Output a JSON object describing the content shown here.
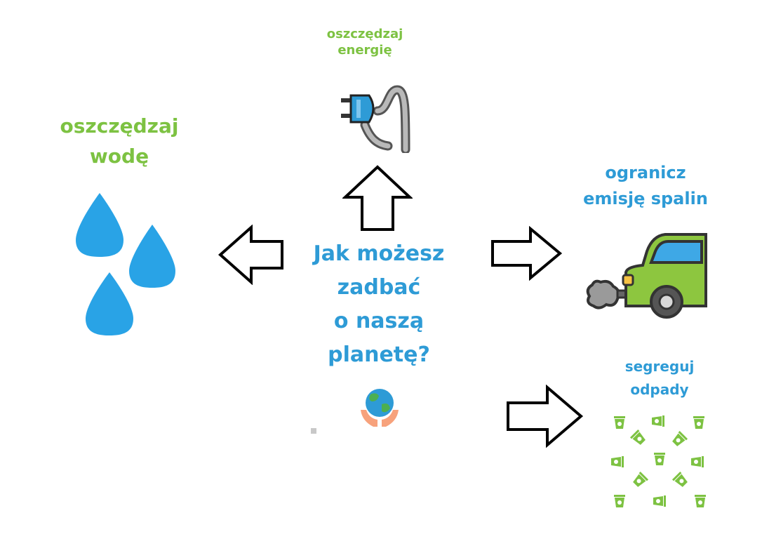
{
  "center": {
    "question_lines": [
      "Jak możesz",
      "zadbać",
      "o naszą",
      "planetę?"
    ],
    "question_color": "#2e9bd6",
    "icon": "globe-in-hands-icon"
  },
  "energy": {
    "lines": [
      "oszczędzaj",
      "energię"
    ],
    "color": "#7dc242",
    "icon": "plug-icon"
  },
  "water": {
    "lines": [
      "oszczędzaj",
      "wodę"
    ],
    "color": "#7dc242",
    "icon": "water-drops-icon"
  },
  "emissions": {
    "lines": [
      "ogranicz",
      "emisję spalin"
    ],
    "color": "#2e9bd6",
    "icon": "car-exhaust-icon"
  },
  "waste": {
    "lines": [
      "segreguj",
      "odpady"
    ],
    "color": "#2e9bd6",
    "icon": "recycling-bins-icon"
  },
  "arrows": [
    "arrow-up-icon",
    "arrow-left-icon",
    "arrow-right-icon",
    "arrow-right-icon"
  ]
}
